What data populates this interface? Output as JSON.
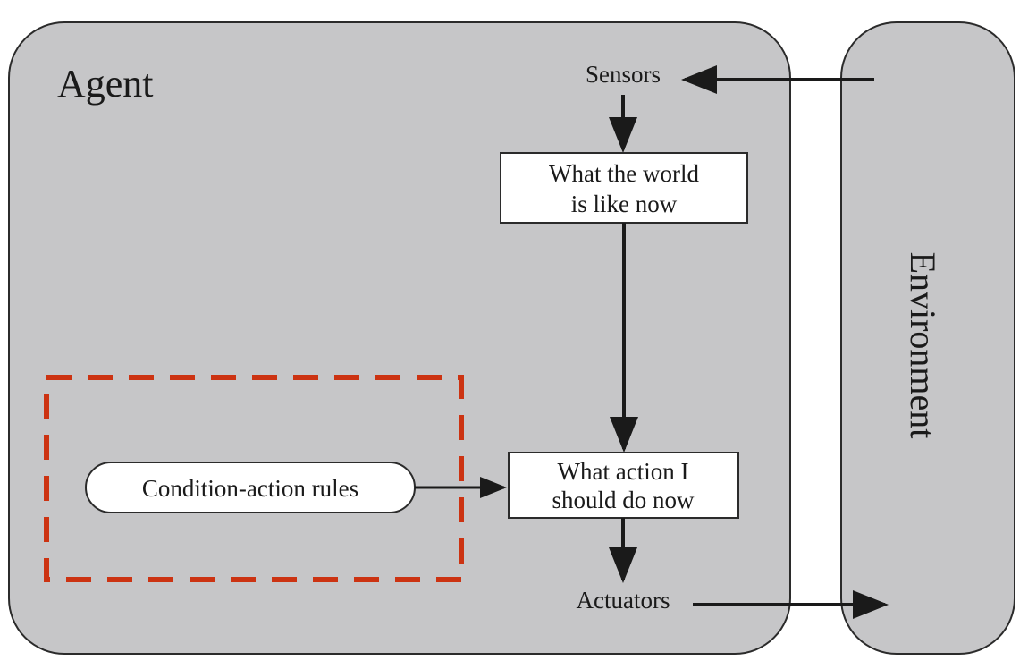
{
  "agent": {
    "title": "Agent"
  },
  "environment": {
    "title": "Environment"
  },
  "nodes": {
    "sensors": "Sensors",
    "world_state": {
      "line1": "What the world",
      "line2": "is like now"
    },
    "action": {
      "line1": "What action I",
      "line2": "should do now"
    },
    "rules": "Condition-action rules",
    "actuators": "Actuators"
  },
  "colors": {
    "agent_fill": "#c6c6c8",
    "environment_fill": "#c6c6c8",
    "outline": "#2b2b2b",
    "box_fill": "#ffffff",
    "arrow": "#1a1a1a",
    "highlight": "#cc3312"
  }
}
